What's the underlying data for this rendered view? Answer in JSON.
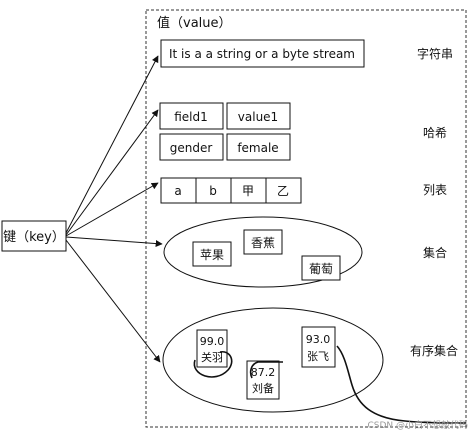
{
  "title": "值（value）",
  "key_label": "键（key）",
  "types": {
    "string": {
      "name": "字符串",
      "cells": [
        "It is a a string or a byte stream"
      ]
    },
    "hash": {
      "name": "哈希",
      "cells": [
        "field1",
        "value1",
        "gender",
        "female"
      ]
    },
    "list": {
      "name": "列表",
      "cells": [
        "a",
        "b",
        "甲",
        "乙"
      ]
    },
    "set": {
      "name": "集合",
      "members": [
        "苹果",
        "香蕉",
        "葡萄"
      ]
    },
    "zset": {
      "name": "有序集合",
      "members": [
        {
          "score": "99.0",
          "member": "关羽"
        },
        {
          "score": "87.2",
          "member": "刘备"
        },
        {
          "score": "93.0",
          "member": "张飞"
        }
      ]
    }
  },
  "watermark": "CSDN @小白不想敲代码"
}
